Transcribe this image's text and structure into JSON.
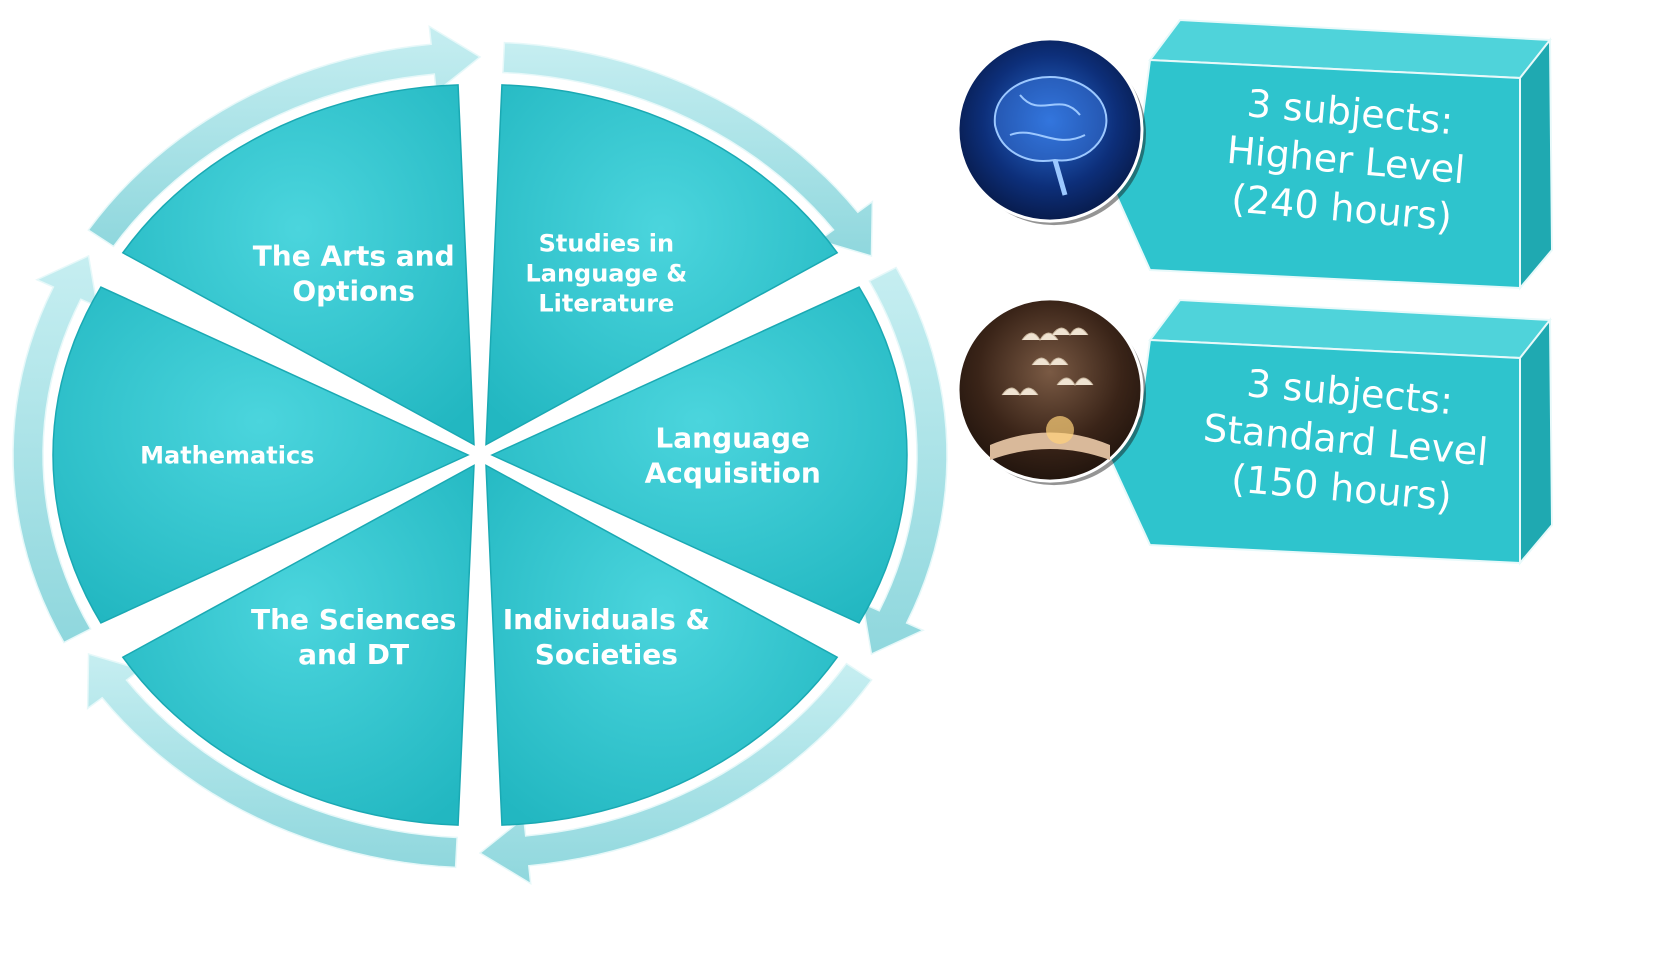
{
  "wheel": {
    "segments": [
      {
        "id": "studies-in-language-and-literature",
        "lines": [
          "Studies in",
          "Language &",
          "Literature"
        ]
      },
      {
        "id": "language-acquisition",
        "lines": [
          "Language",
          "Acquisition"
        ]
      },
      {
        "id": "individuals-and-societies",
        "lines": [
          "Individuals &",
          "Societies"
        ]
      },
      {
        "id": "the-sciences-and-dt",
        "lines": [
          "The Sciences",
          "and DT"
        ]
      },
      {
        "id": "mathematics",
        "lines": [
          "Mathematics"
        ]
      },
      {
        "id": "the-arts-and-options",
        "lines": [
          "The Arts and",
          "Options"
        ]
      }
    ],
    "colors": {
      "segment": "#2ec4cd",
      "segment_light": "#53d6de",
      "arrow": "#9edfe4",
      "arrow_edge": "#c8eef0"
    }
  },
  "levels": [
    {
      "id": "higher-level",
      "image": "brain-image",
      "lines": [
        "3 subjects:",
        "Higher Level",
        "(240 hours)"
      ]
    },
    {
      "id": "standard-level",
      "image": "flying-books-image",
      "lines": [
        "3 subjects:",
        "Standard Level",
        "(150 hours)"
      ]
    }
  ],
  "box_colors": {
    "front": "#2ec4cd",
    "side": "#1fa9b1",
    "top": "#4fd3da"
  }
}
